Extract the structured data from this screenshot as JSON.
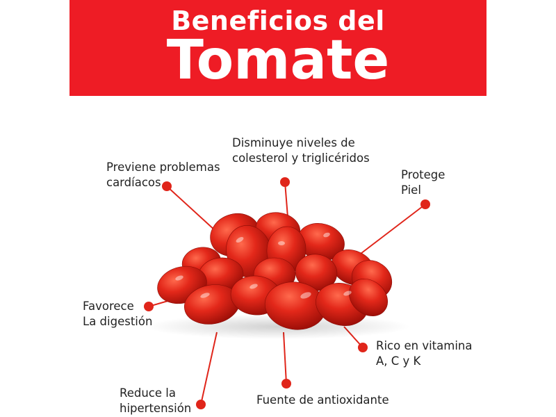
{
  "header": {
    "subtitle": "Beneficios del",
    "title": "Tomate"
  },
  "benefits": [
    {
      "line1": "Previene problemas",
      "line2": "cardíacos"
    },
    {
      "line1": "Disminuye niveles de",
      "line2": "colesterol y triglicéridos"
    },
    {
      "line1": "Protege",
      "line2": "Piel"
    },
    {
      "line1": "Favorece",
      "line2": "La digestión"
    },
    {
      "line1": "Rico en vitamina",
      "line2": "A, C y K"
    },
    {
      "line1": "Reduce la",
      "line2": "hipertensión"
    },
    {
      "line1": "Fuente de antioxidante",
      "line2": ""
    }
  ],
  "colors": {
    "accent": "#ee1c25",
    "tomato": "#e0251a",
    "text": "#222222"
  },
  "illustration": "pile-of-grape-tomatoes"
}
